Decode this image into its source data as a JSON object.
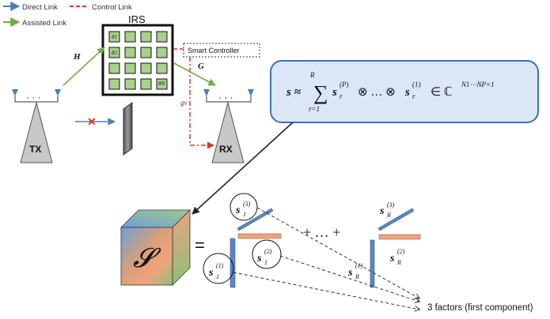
{
  "legend": {
    "direct_link": "Direct Link",
    "control_link": "Control Link",
    "assisted_link": "Assisted Link"
  },
  "irs": {
    "title": "IRS",
    "element_first": "θ1",
    "element_second": "θ2",
    "element_last": "θN"
  },
  "smart_controller": "Smart Controller",
  "channels": {
    "h": "H",
    "g": "G",
    "gv": "gv"
  },
  "tx": {
    "label": "TX",
    "dots": "· · ·"
  },
  "rx": {
    "label": "RX",
    "dots": "· · ·"
  },
  "blocked_marker": "✕",
  "formula": {
    "lhs": "s ≈",
    "sum_top": "R",
    "sum_bottom": "r=1",
    "term1_base": "s",
    "term1_sub": "r",
    "term1_sup": "(P)",
    "otimes_dots": "⊗ … ⊗",
    "term2_base": "s",
    "term2_sub": "r",
    "term2_sup": "(1)",
    "set": "∈ ℂ",
    "set_sup": "N1⋯NP×1"
  },
  "tensor": {
    "symbol": "𝓢",
    "equals": "="
  },
  "factors": {
    "s1_3": {
      "base": "s",
      "sub": "1",
      "sup": "(3)"
    },
    "s1_2": {
      "base": "s",
      "sub": "1",
      "sup": "(2)"
    },
    "s1_1": {
      "base": "s",
      "sub": "1",
      "sup": "(1)"
    },
    "sR_3": {
      "base": "s",
      "sub": "R",
      "sup": "(3)"
    },
    "sR_2": {
      "base": "s",
      "sub": "R",
      "sup": "(2)"
    },
    "sR_1": {
      "base": "s",
      "sub": "R",
      "sup": "(1)"
    }
  },
  "plus_dots": "+ … +",
  "annotation": "3 factors (first component)",
  "colors": {
    "direct": "#4a7ebb",
    "control": "#e0342b",
    "assisted": "#70ad47",
    "formula_fill": "#dbe6f6",
    "formula_stroke": "#3f6fb5",
    "bar_blue": "#5b86c5",
    "bar_orange": "#f0a37a"
  }
}
